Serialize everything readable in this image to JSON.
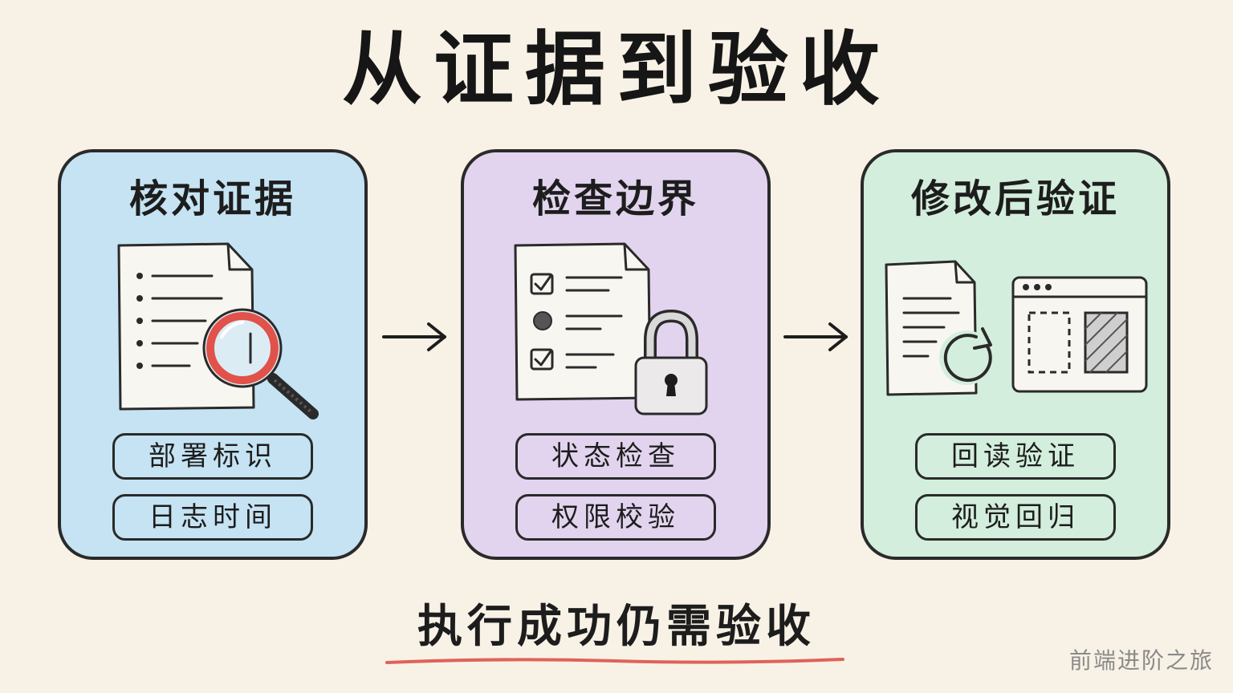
{
  "title": "从证据到验收",
  "panels": [
    {
      "title": "核对证据",
      "tags": [
        "部署标识",
        "日志时间"
      ],
      "icon": "document-magnifier-icon"
    },
    {
      "title": "检查边界",
      "tags": [
        "状态检查",
        "权限校验"
      ],
      "icon": "checklist-lock-icon"
    },
    {
      "title": "修改后验证",
      "tags": [
        "回读验证",
        "视觉回归"
      ],
      "icon": "document-refresh-window-icon"
    }
  ],
  "caption": "执行成功仍需验收",
  "watermark": "前端进阶之旅",
  "colors": {
    "background": "#f8f2e6",
    "panel_blue": "#c5e3f3",
    "panel_purple": "#e2d4ee",
    "panel_green": "#d3eedc",
    "magnifier_ring": "#e0524a",
    "underline": "#e0625a",
    "outline": "#2a2a2a"
  }
}
